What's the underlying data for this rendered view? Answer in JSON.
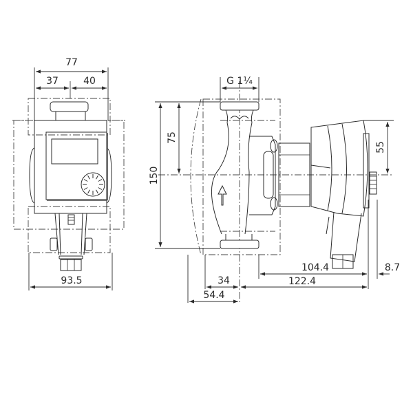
{
  "drawing": {
    "subject": "Circulator pump dimension drawing",
    "front_view": {
      "dims": {
        "overall_width_top": "77",
        "left_to_axis": "37",
        "axis_to_right": "40",
        "bottom_width": "93.5"
      }
    },
    "side_view": {
      "dims": {
        "thread": "G 1¼",
        "height_total": "150",
        "half_height": "75",
        "motor_half_height": "55",
        "body_depth": "104.4",
        "overall_depth": "122.4",
        "knob_depth": "8.7",
        "flange_half": "34",
        "rear_offset": "54.4"
      },
      "flow_direction_icon": "arrow-up-icon"
    }
  }
}
